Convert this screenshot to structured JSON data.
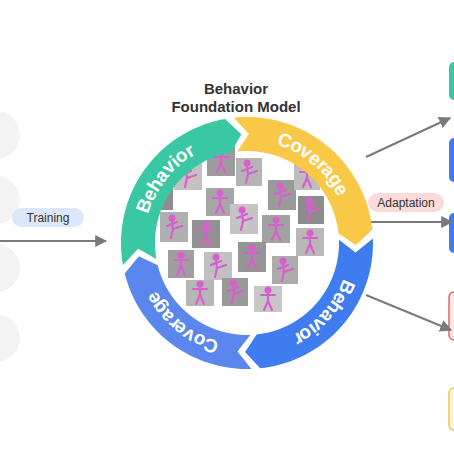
{
  "diagram": {
    "title": "Behavior Foundation Model",
    "nodes": [
      {
        "text": [
          "Behavior"
        ]
      },
      {
        "text": [
          "Coverage"
        ]
      },
      {
        "text": [
          "Coverage"
        ]
      },
      {
        "text": [
          "Behavior"
        ]
      },
      {
        "text": [
          "Training"
        ]
      },
      {
        "text": [
          "Adaptation"
        ]
      }
    ]
  }
}
